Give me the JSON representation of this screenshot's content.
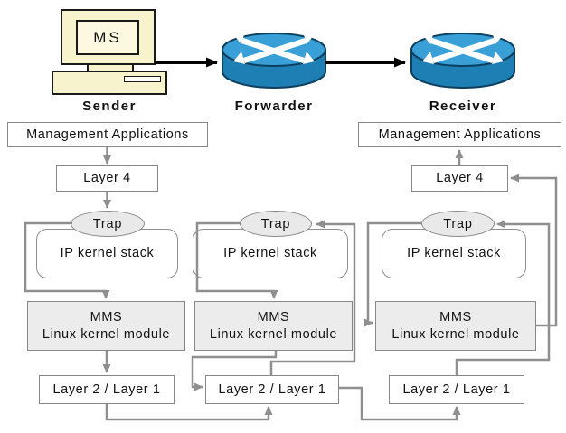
{
  "devices": {
    "sender": {
      "label": "Sender",
      "screen_text": "MS"
    },
    "forwarder": {
      "label": "Forwarder"
    },
    "receiver": {
      "label": "Receiver"
    }
  },
  "stacks": {
    "sender": {
      "management": "Management Applications",
      "layer4": "Layer 4",
      "trap": "Trap",
      "ip_stack": "IP kernel stack",
      "mms_title": "MMS",
      "mms_subtitle": "Linux kernel module",
      "layer21": "Layer 2 / Layer 1"
    },
    "forwarder": {
      "trap": "Trap",
      "ip_stack": "IP kernel stack",
      "mms_title": "MMS",
      "mms_subtitle": "Linux kernel module",
      "layer21": "Layer 2 / Layer 1"
    },
    "receiver": {
      "management": "Management Applications",
      "layer4": "Layer 4",
      "trap": "Trap",
      "ip_stack": "IP kernel stack",
      "mms_title": "MMS",
      "mms_subtitle": "Linux kernel module",
      "layer21": "Layer 2 / Layer 1"
    }
  },
  "colors": {
    "connector_gray": "#8f8f8f",
    "arrow_black": "#000000",
    "box_border": "#878787",
    "mms_fill": "#ececec",
    "trap_fill": "#e9e9e9",
    "computer_fill": "#f7f3cd",
    "router_top": "#38a0d6",
    "router_body": "#1e7fb4",
    "router_outline": "#0d3f5e"
  }
}
